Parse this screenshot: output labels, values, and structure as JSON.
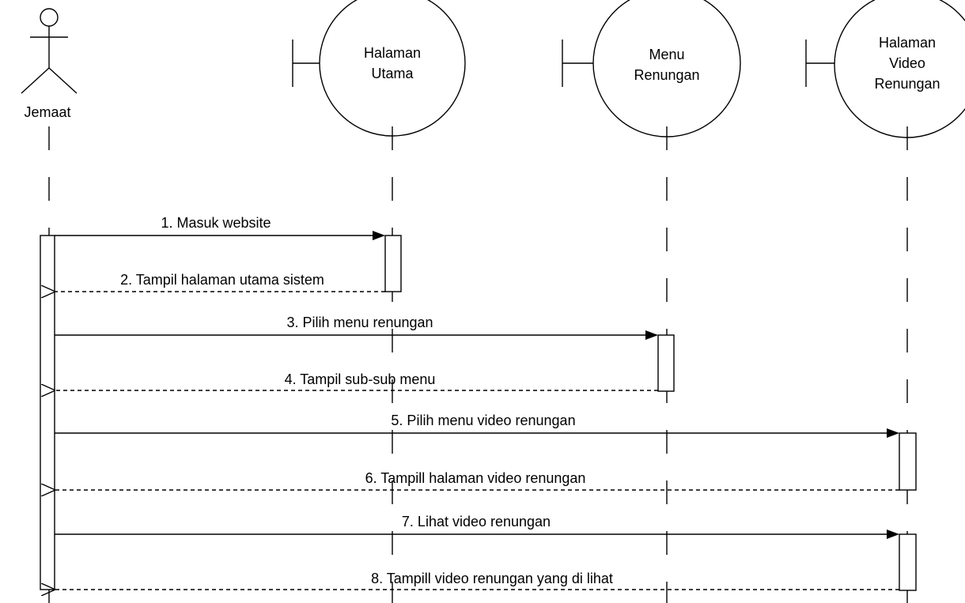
{
  "actor": {
    "label": "Jemaat"
  },
  "boundaries": [
    {
      "lines": [
        "Halaman",
        "Utama"
      ]
    },
    {
      "lines": [
        "Menu",
        "Renungan"
      ]
    },
    {
      "lines": [
        "Halaman",
        "Video",
        "Renungan"
      ]
    }
  ],
  "messages": [
    {
      "label": "1. Masuk website",
      "kind": "call"
    },
    {
      "label": "2. Tampil halaman utama sistem",
      "kind": "return"
    },
    {
      "label": "3. Pilih menu renungan",
      "kind": "call"
    },
    {
      "label": "4. Tampil sub-sub menu",
      "kind": "return"
    },
    {
      "label": "5. Pilih menu video renungan",
      "kind": "call"
    },
    {
      "label": "6. Tampill halaman video renungan",
      "kind": "return"
    },
    {
      "label": "7. Lihat video renungan",
      "kind": "call"
    },
    {
      "label": "8. Tampill video renungan yang di lihat",
      "kind": "return"
    }
  ],
  "colors": {
    "stroke": "#000000",
    "background": "#ffffff"
  }
}
